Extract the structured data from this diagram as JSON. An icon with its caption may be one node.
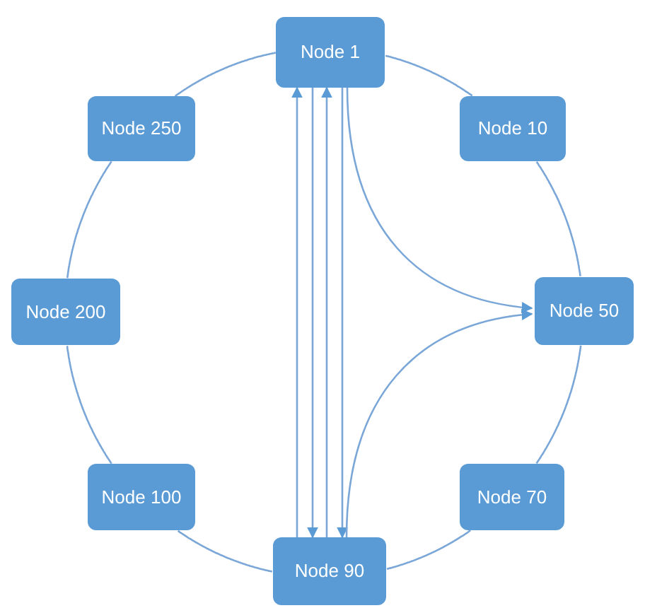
{
  "diagram": {
    "nodes": [
      {
        "text": [
          "Node 1"
        ]
      },
      {
        "text": [
          "Node 250"
        ]
      },
      {
        "text": [
          "Node 10"
        ]
      },
      {
        "text": [
          "Node 200"
        ]
      },
      {
        "text": [
          "Node 50"
        ]
      },
      {
        "text": [
          "Node 100"
        ]
      },
      {
        "text": [
          "Node 70"
        ]
      },
      {
        "text": [
          "Node 90"
        ]
      }
    ],
    "edges": [
      {
        "from": 0,
        "to": 2,
        "arrow": "none"
      },
      {
        "from": 2,
        "to": 4,
        "arrow": "none"
      },
      {
        "from": 4,
        "to": 6,
        "arrow": "none"
      },
      {
        "from": 6,
        "to": 7,
        "arrow": "none"
      },
      {
        "from": 7,
        "to": 5,
        "arrow": "none"
      },
      {
        "from": 5,
        "to": 3,
        "arrow": "none"
      },
      {
        "from": 3,
        "to": 1,
        "arrow": "none"
      },
      {
        "from": 1,
        "to": 0,
        "arrow": "none"
      },
      {
        "from": 7,
        "to": 0,
        "arrow": "to"
      },
      {
        "from": 0,
        "to": 7,
        "arrow": "to"
      },
      {
        "from": 7,
        "to": 0,
        "arrow": "to"
      },
      {
        "from": 0,
        "to": 7,
        "arrow": "to"
      },
      {
        "from": 0,
        "to": 4,
        "arrow": "to"
      },
      {
        "from": 7,
        "to": 4,
        "arrow": "to"
      }
    ]
  }
}
